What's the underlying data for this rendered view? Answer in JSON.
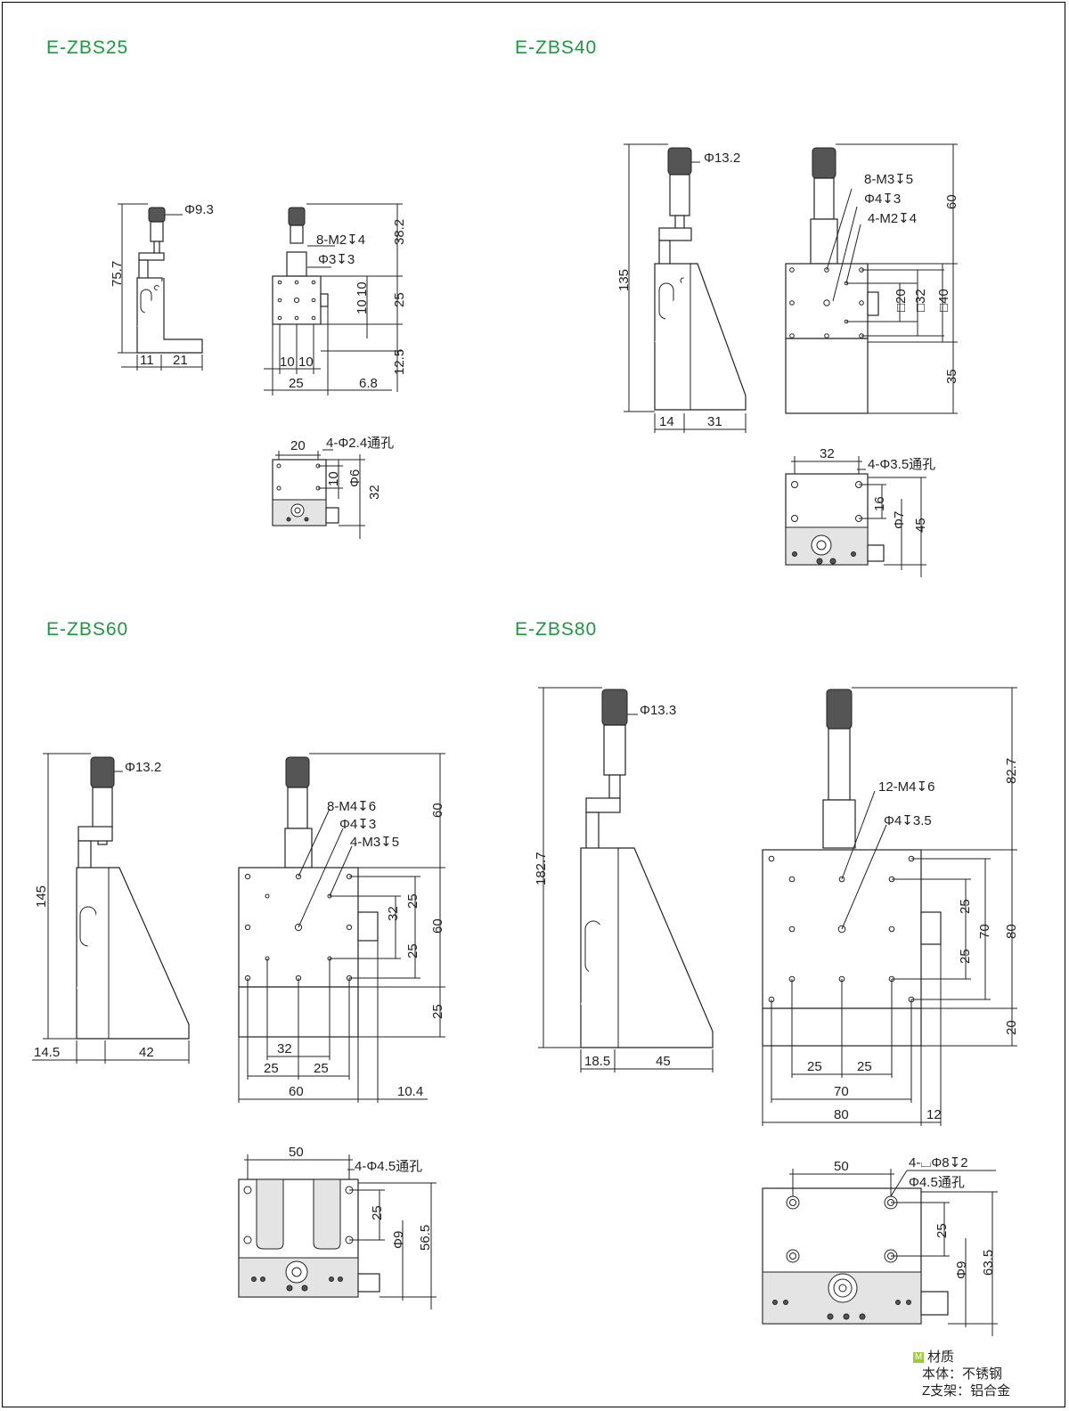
{
  "models": [
    {
      "id": "E-ZBS25"
    },
    {
      "id": "E-ZBS40"
    },
    {
      "id": "E-ZBS60"
    },
    {
      "id": "E-ZBS80"
    }
  ],
  "zbs25": {
    "phi_knob": "Φ9.3",
    "height": "75.7",
    "base_a": "11",
    "base_b": "21",
    "holes1": "8-M2↧4",
    "holes2": "Φ3↧3",
    "v1": "38.2",
    "v2": "25",
    "v3": "12.5",
    "p1": "10",
    "p2": "10",
    "h1": "10",
    "h2": "10",
    "w": "25",
    "off": "6.8",
    "bot_w": "20",
    "bot_holes": "4-Φ2.4通孔",
    "bot_a": "10",
    "bot_b": "Φ6",
    "bot_c": "32"
  },
  "zbs40": {
    "phi_knob": "Φ13.2",
    "height": "135",
    "base_a": "14",
    "base_b": "31",
    "holes1": "8-M3↧5",
    "holes2": "Φ4↧3",
    "holes3": "4-M2↧4",
    "v1": "60",
    "v2": "35",
    "sq1": "□20",
    "sq2": "□32",
    "sq3": "□40",
    "bot_w": "32",
    "bot_holes": "4-Φ3.5通孔",
    "bot_a": "16",
    "bot_b": "Φ7",
    "bot_c": "45"
  },
  "zbs60": {
    "phi_knob": "Φ13.2",
    "height": "145",
    "base_a": "14.5",
    "base_b": "42",
    "holes1": "8-M4↧6",
    "holes2": "Φ4↧3",
    "holes3": "4-M3↧5",
    "v1": "60",
    "v2": "60",
    "v3": "25",
    "s1": "32",
    "s2": "25",
    "s3": "25",
    "b1": "32",
    "b2": "25",
    "b3": "25",
    "w": "60",
    "off": "10.4",
    "bot_w": "50",
    "bot_holes": "4-Φ4.5通孔",
    "bot_a": "25",
    "bot_b": "Φ9",
    "bot_c": "56.5"
  },
  "zbs80": {
    "phi_knob": "Φ13.3",
    "height": "182.7",
    "base_a": "18.5",
    "base_b": "45",
    "holes1": "12-M4↧6",
    "holes2": "Φ4↧3.5",
    "v1": "82.7",
    "v2": "80",
    "v3": "20",
    "s1": "70",
    "s2": "25",
    "s3": "25",
    "b1": "25",
    "b2": "25",
    "b3": "70",
    "w": "80",
    "off": "12",
    "bot_w": "50",
    "bot_holes1": "4-⌴Φ8↧2",
    "bot_holes2": "Φ4.5通孔",
    "bot_a": "25",
    "bot_b": "Φ9",
    "bot_c": "63.5"
  },
  "legend": {
    "mark": "M",
    "title": "材质",
    "body": "本体：不锈钢",
    "bracket": "Z支架：铝合金"
  },
  "colors": {
    "title": "#1a9a3c",
    "legend_mark": "#9ccc3c"
  }
}
